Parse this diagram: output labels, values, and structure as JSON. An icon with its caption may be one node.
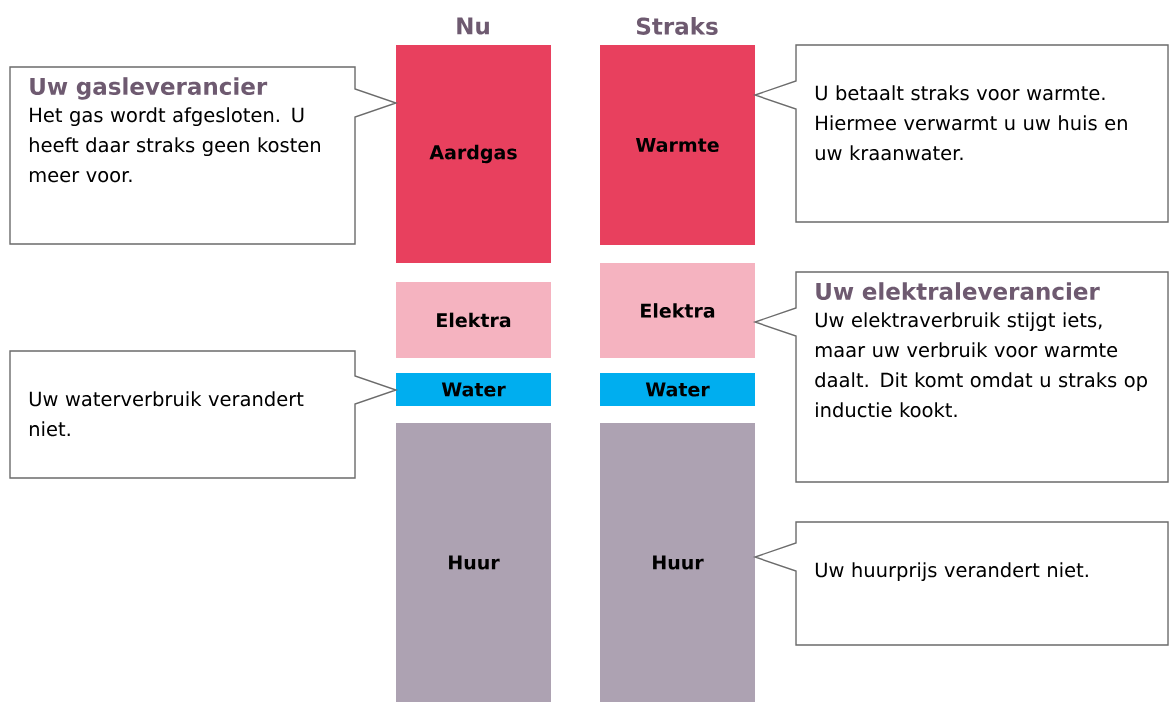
{
  "diagram": {
    "nodes": [
      {
        "text": [
          "Aardgas"
        ]
      },
      {
        "text": [
          "Elektra"
        ]
      },
      {
        "text": [
          "Water"
        ]
      },
      {
        "text": [
          "Huur"
        ]
      },
      {
        "text": [
          "Warmte"
        ]
      },
      {
        "text": [
          "Elektra"
        ]
      },
      {
        "text": [
          "Water"
        ]
      },
      {
        "text": [
          "Huur"
        ]
      },
      {
        "text": [
          "Uw gasleverancier",
          "Het gas wordt afgesloten. U heeft daar straks geen kosten meer voor."
        ]
      },
      {
        "text": [
          "Uw waterverbruik verandert niet."
        ]
      },
      {
        "text": [
          "U betaalt straks voor warmte. Hiermee verwarmt u uw huis en uw kraanwater."
        ]
      },
      {
        "text": [
          "Uw elektraleverancier",
          "Uw elektraverbruik stijgt iets, maar uw verbruik voor warmte daalt. Dit komt omdat u straks op inductie kookt."
        ]
      },
      {
        "text": [
          "Uw huurprijs verandert niet."
        ]
      }
    ],
    "labels": [
      "Nu",
      "Straks"
    ]
  }
}
